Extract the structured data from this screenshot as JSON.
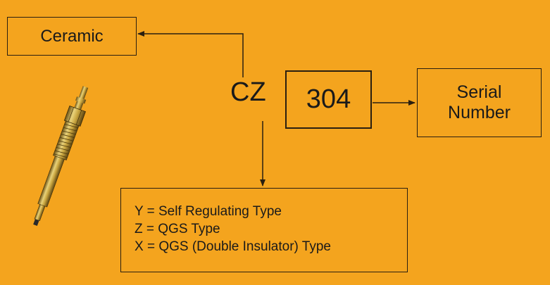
{
  "diagram": {
    "ceramic_label": "Ceramic",
    "code_prefix": "CZ",
    "serial_code": "304",
    "serial_label_line1": "Serial",
    "serial_label_line2": "Number",
    "types": [
      "Y = Self Regulating Type",
      "Z = QGS Type",
      "X = QGS (Double Insulator) Type"
    ]
  },
  "colors": {
    "background": "#F4A41E",
    "lines": "#2a1f10"
  },
  "icons": {
    "illustration": "glow-plug-icon"
  }
}
